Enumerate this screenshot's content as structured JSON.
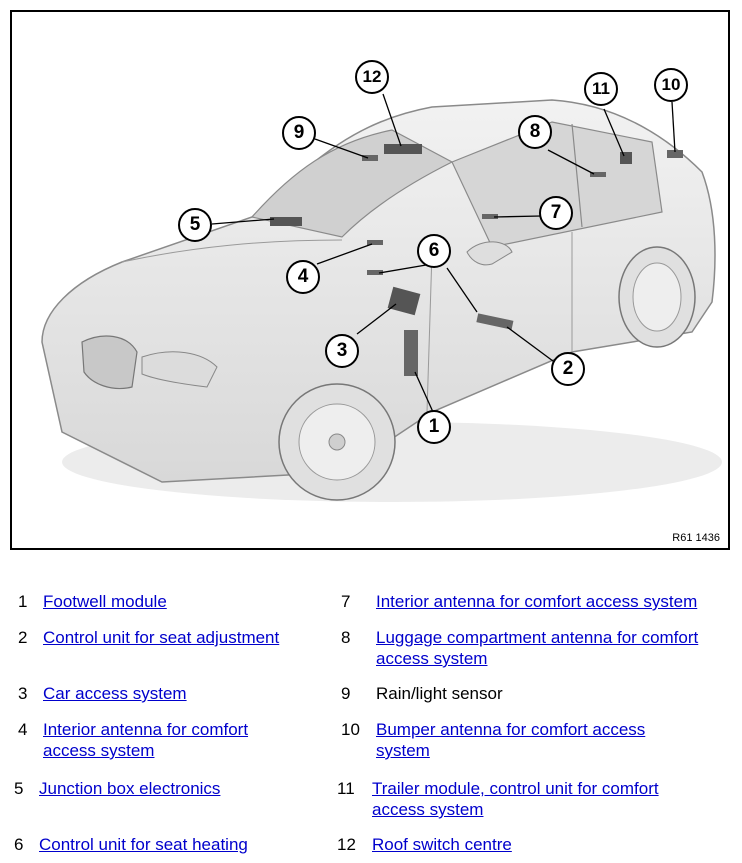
{
  "figure": {
    "reference_code": "R61 1436",
    "callouts": [
      "1",
      "2",
      "3",
      "4",
      "5",
      "6",
      "7",
      "8",
      "9",
      "10",
      "11",
      "12"
    ]
  },
  "legend": [
    {
      "number": "1",
      "text": "Footwell module",
      "link": true
    },
    {
      "number": "2",
      "text": "Control unit for seat adjustment",
      "link": true
    },
    {
      "number": "3",
      "text": "Car access system",
      "link": true
    },
    {
      "number": "4",
      "text": "Interior antenna for comfort access system",
      "link": true
    },
    {
      "number": "5",
      "text": "Junction box electronics",
      "link": true
    },
    {
      "number": "6",
      "text": "Control unit for seat heating",
      "link": true
    },
    {
      "number": "7",
      "text": "Interior antenna for comfort access system",
      "link": true
    },
    {
      "number": "8",
      "text": "Luggage compartment antenna for comfort access system",
      "link": true
    },
    {
      "number": "9",
      "text": "Rain/light sensor",
      "link": false
    },
    {
      "number": "10",
      "text": "Bumper antenna for comfort access system",
      "link": true
    },
    {
      "number": "11",
      "text": "Trailer module, control unit for comfort access system",
      "link": true
    },
    {
      "number": "12",
      "text": "Roof switch centre",
      "link": true
    }
  ],
  "colors": {
    "link": "#0000cc",
    "car_body": "#e6e6e6",
    "car_outline": "#8a8a8a"
  }
}
